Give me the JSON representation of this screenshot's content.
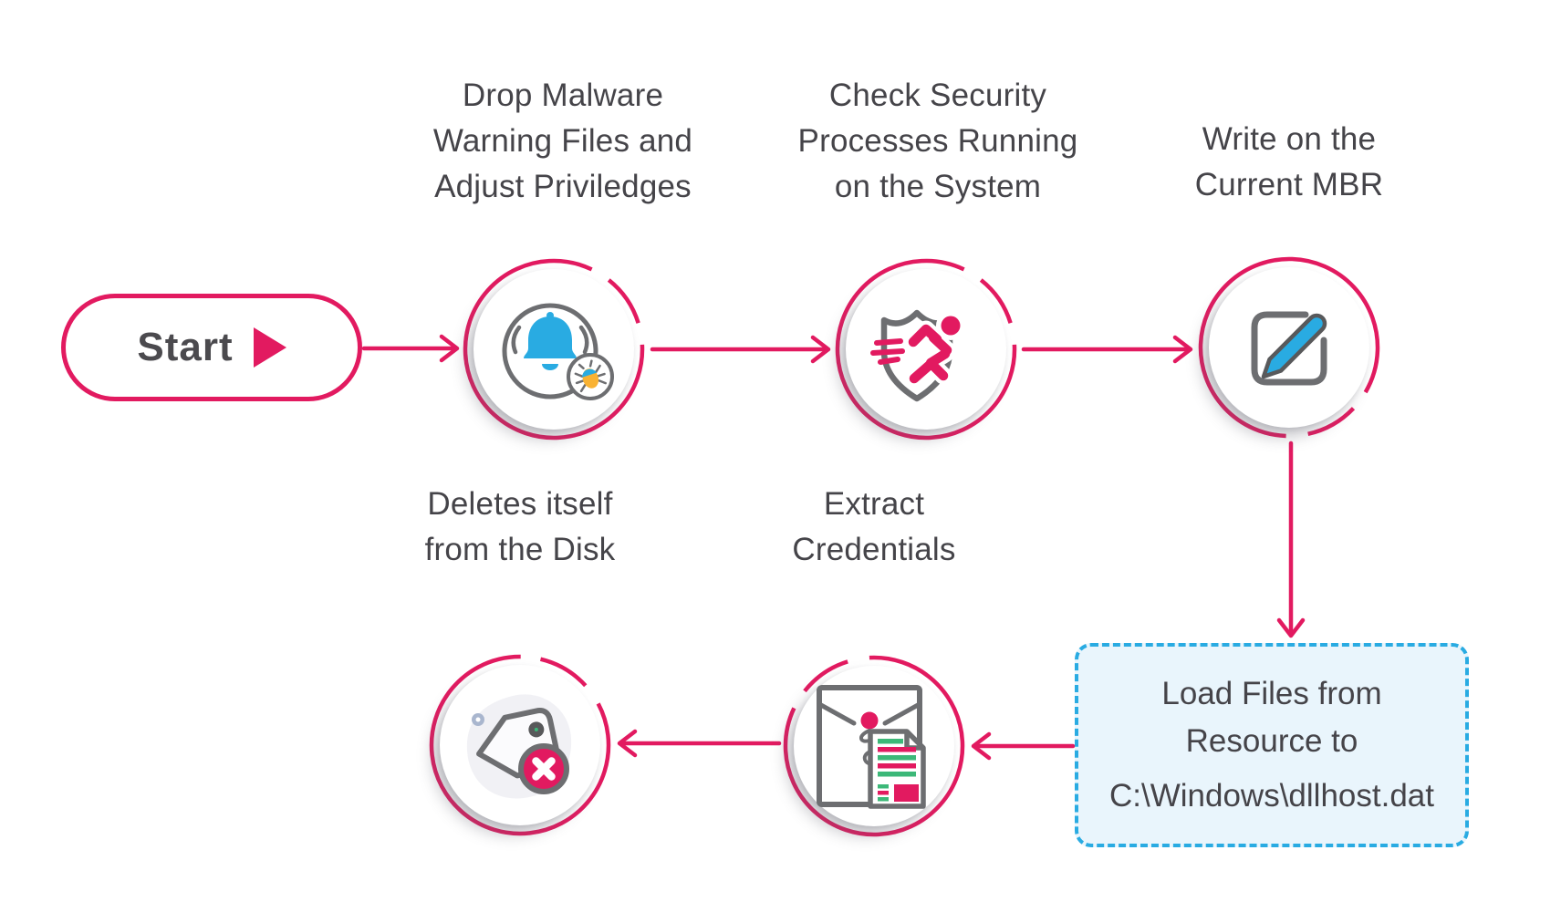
{
  "start": {
    "label": "Start"
  },
  "nodes": {
    "drop": {
      "lines": [
        "Drop Malware",
        "Warning Files and",
        "Adjust Priviledges"
      ],
      "icon": "alarm-bug-icon"
    },
    "check": {
      "lines": [
        "Check Security",
        "Processes Running",
        "on the System"
      ],
      "icon": "shield-runner-icon"
    },
    "mbr": {
      "lines": [
        "Write on the",
        "Current MBR"
      ],
      "icon": "edit-icon"
    },
    "load": {
      "lines": [
        "Load Files from",
        "Resource to",
        "C:\\Windows\\dllhost.dat"
      ],
      "style": "dashed-callout"
    },
    "extract": {
      "lines": [
        "Extract",
        "Credentials"
      ],
      "icon": "envelope-document-icon"
    },
    "delete": {
      "lines": [
        "Deletes itself",
        "from the Disk"
      ],
      "icon": "delete-tag-icon"
    }
  },
  "colors": {
    "pink": "#E21A60",
    "cyan": "#29ABE2",
    "icon_gray": "#6D6E71",
    "text_gray": "#454449",
    "callout_fill": "#E9F5FC",
    "callout_border": "#29ABE2",
    "bug_yellow": "#F9B233",
    "doc_green": "#3CB878",
    "blob_gray": "#F1F1F5",
    "dot_lavender": "#A9B6CE"
  }
}
